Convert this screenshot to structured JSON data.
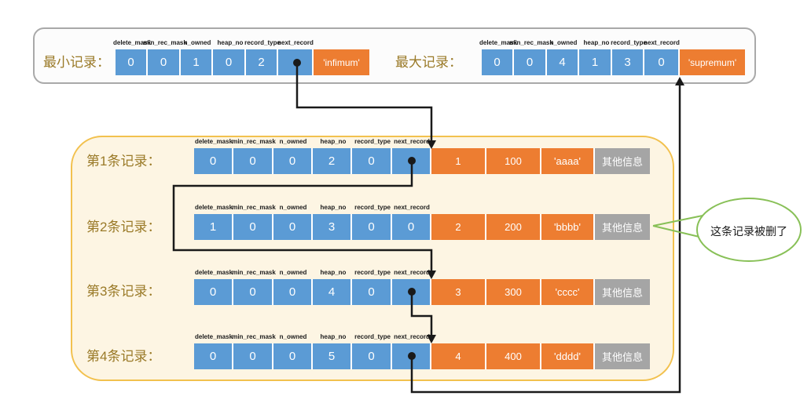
{
  "field_headers": [
    "delete_mask",
    "min_rec_mask",
    "n_owned",
    "heap_no",
    "record_type",
    "next_record"
  ],
  "top_section": {
    "min_record": {
      "label": "最小记录：",
      "values": [
        "0",
        "0",
        "1",
        "0",
        "2",
        ""
      ],
      "tail": "'infimum'"
    },
    "max_record": {
      "label": "最大记录：",
      "values": [
        "0",
        "0",
        "4",
        "1",
        "3",
        "0"
      ],
      "tail": "'supremum'"
    }
  },
  "records": [
    {
      "label": "第1条记录：",
      "values": [
        "0",
        "0",
        "0",
        "2",
        "0",
        ""
      ],
      "data": [
        "1",
        "100",
        "'aaaa'"
      ],
      "extra": "其他信息"
    },
    {
      "label": "第2条记录：",
      "values": [
        "1",
        "0",
        "0",
        "3",
        "0",
        "0"
      ],
      "data": [
        "2",
        "200",
        "'bbbb'"
      ],
      "extra": "其他信息"
    },
    {
      "label": "第3条记录：",
      "values": [
        "0",
        "0",
        "0",
        "4",
        "0",
        ""
      ],
      "data": [
        "3",
        "300",
        "'cccc'"
      ],
      "extra": "其他信息"
    },
    {
      "label": "第4条记录：",
      "values": [
        "0",
        "0",
        "0",
        "5",
        "0",
        ""
      ],
      "data": [
        "4",
        "400",
        "'dddd'"
      ],
      "extra": "其他信息"
    }
  ],
  "callout": {
    "text": "这条记录被删了"
  },
  "colors": {
    "cell_blue": "#5b9bd5",
    "cell_orange": "#ed7d31",
    "cell_gray": "#a5a5a5",
    "label_gold": "#9a7a28",
    "panel_border_yellow": "#f2c14e",
    "panel_fill_cream": "#fdf5e3",
    "callout_green": "#88c057",
    "arrow_black": "#1a1a1a"
  }
}
